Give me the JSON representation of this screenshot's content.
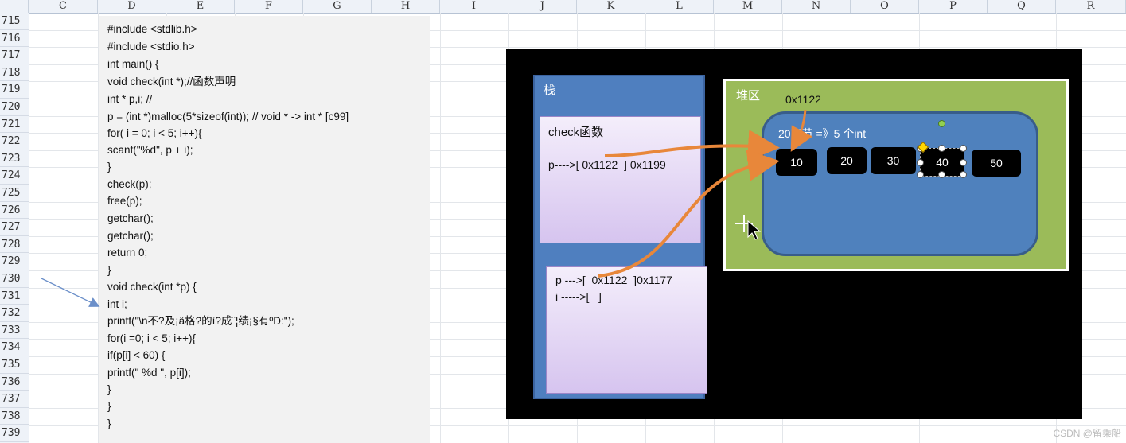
{
  "spreadsheet": {
    "columns": [
      "C",
      "D",
      "E",
      "F",
      "G",
      "H",
      "I",
      "J",
      "K",
      "L",
      "M",
      "N",
      "O",
      "P",
      "Q",
      "R"
    ],
    "rows": [
      "715",
      "716",
      "717",
      "718",
      "719",
      "720",
      "721",
      "722",
      "723",
      "724",
      "725",
      "726",
      "727",
      "728",
      "729",
      "730",
      "731",
      "732",
      "733",
      "734",
      "735",
      "736",
      "737",
      "738",
      "739"
    ]
  },
  "code": {
    "lines": [
      "#include <stdlib.h>",
      "#include <stdio.h>",
      "int main() {",
      "void check(int *);//函数声明",
      "int * p,i; //",
      "p = (int *)malloc(5*sizeof(int)); // void * -> int * [c99]",
      "for( i = 0; i < 5; i++){",
      "scanf(\"%d\", p + i);",
      "}",
      "check(p);",
      "free(p);",
      "getchar();",
      "getchar();",
      "return 0;",
      "}",
      "void check(int *p) {",
      "int i;",
      "printf(\"\\n不?及¡ä格?的ì?成¨¦绩¡§有ºD:\");",
      "for(i =0; i < 5; i++){",
      "if(p[i] < 60) {",
      "printf(\" %d \", p[i]);",
      "}",
      "}",
      "}"
    ]
  },
  "diagram": {
    "stack_title": "栈",
    "check_box": {
      "title": "check函数",
      "line": "p---->[ 0x1122  ] 0x1199"
    },
    "main_box": {
      "line1": "p --->[  0x1122  ]0x1177",
      "line2": "i ----->[   ]"
    },
    "heap_title": "堆区",
    "heap_address": "0x1122",
    "heap_block_label": "20字节 =》5 个int",
    "cells": [
      "10",
      "20",
      "30",
      "40",
      "50"
    ],
    "arrow_color": "#e8873a"
  },
  "watermark": "CSDN @留乘船"
}
